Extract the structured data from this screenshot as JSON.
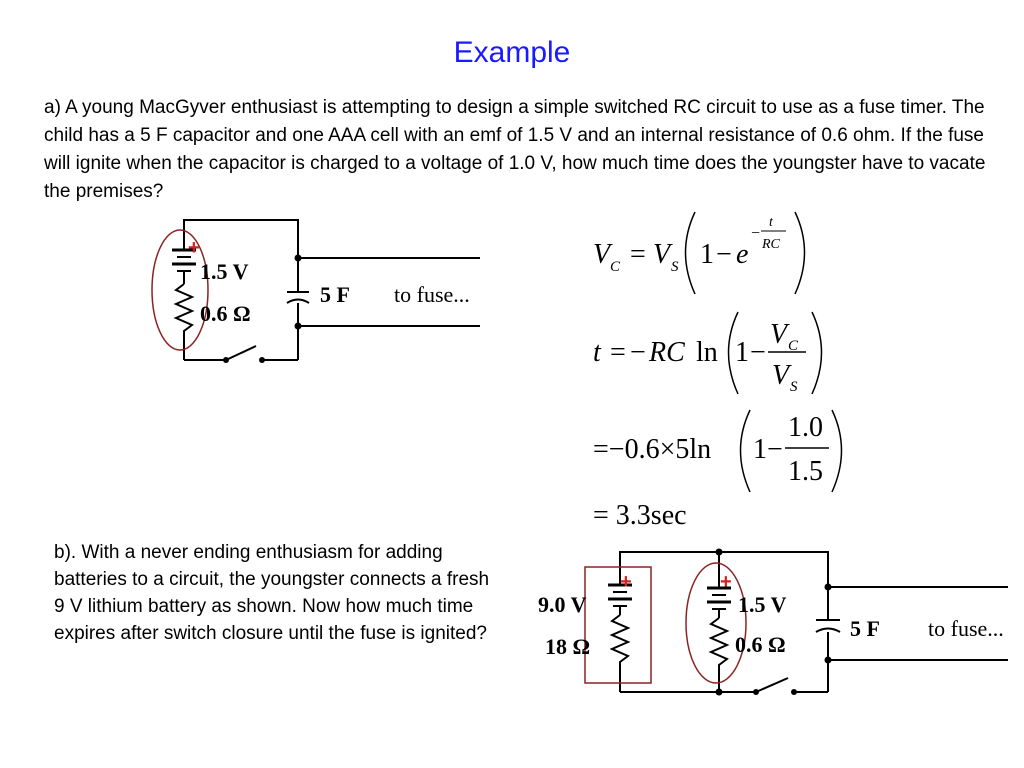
{
  "slide": {
    "title": "Example",
    "part_a": "a) A young MacGyver enthusiast is attempting to design a simple switched RC circuit to use as a fuse timer. The child has a 5 F capacitor and one AAA cell with an emf of 1.5 V and an internal resistance of 0.6 ohm. If the fuse will ignite when the capacitor is charged to a voltage of 1.0 V, how much time does the youngster have to vacate the premises?",
    "part_b": "b).  With a never ending enthusiasm for adding batteries to a circuit, the youngster connects a fresh 9 V lithium battery as shown. Now how much time expires after switch closure until the fuse is ignited?"
  },
  "circuit_a": {
    "plus": "+",
    "emf": "1.5 V",
    "resistance": "0.6 Ω",
    "capacitor": "5 F",
    "output": "to fuse..."
  },
  "circuit_b": {
    "plus_left": "+",
    "emf_left": "9.0 V",
    "resistance_left": "18 Ω",
    "plus_right": "+",
    "emf_right": "1.5 V",
    "resistance_right": "0.6 Ω",
    "capacitor": "5 F",
    "output": "to fuse..."
  },
  "equations": {
    "eq1": {
      "V": "V",
      "C": "C",
      "eq": "=",
      "S": "S",
      "one": "1",
      "minus": "−",
      "e": "e",
      "exp_minus": "−",
      "t": "t",
      "RC": "RC"
    },
    "eq2": {
      "t": "t",
      "eq": "=",
      "neg": "−",
      "RC": "RC",
      "ln": "ln",
      "one": "1",
      "minus": "−",
      "V": "V",
      "C": "C",
      "S": "S"
    },
    "eq3": {
      "lhs": "=−0.6×5ln",
      "one": "1",
      "minus": "−",
      "num": "1.0",
      "den": "1.5"
    },
    "eq4": {
      "text": "= 3.3sec"
    }
  }
}
